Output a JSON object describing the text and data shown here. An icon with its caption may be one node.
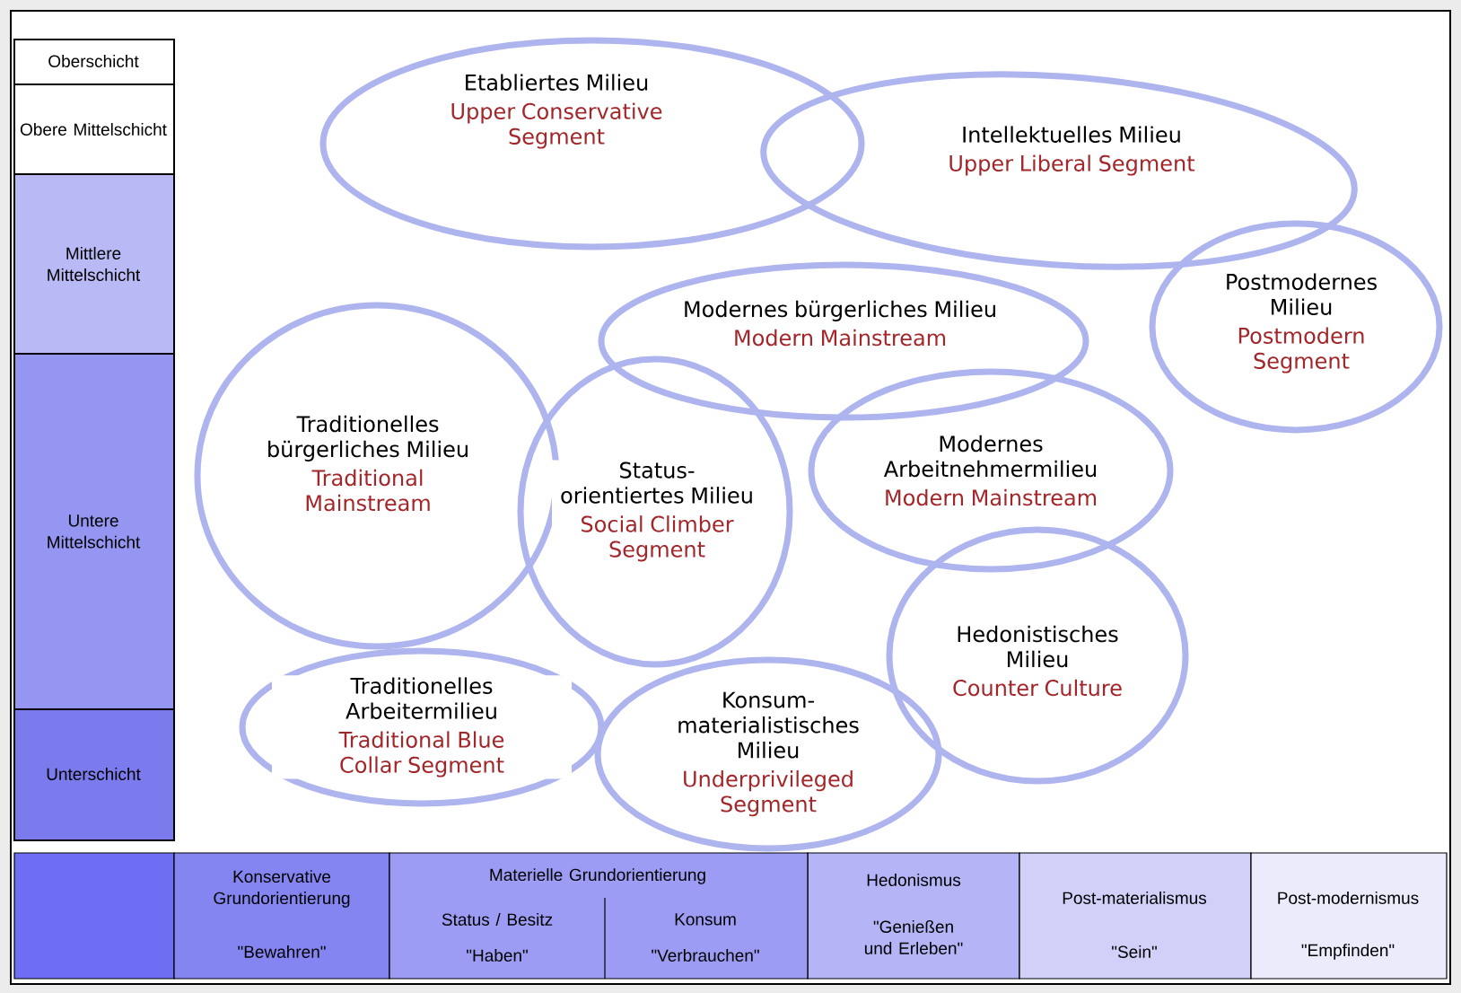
{
  "diagram": {
    "nodes": [
      {
        "text": [
          "Etabliertes Milieu",
          "Upper Conservative Segment"
        ]
      },
      {
        "text": [
          "Intellektuelles Milieu",
          "Upper Liberal Segment"
        ]
      },
      {
        "text": [
          "Postmodernes Milieu",
          "Postmodern Segment"
        ]
      },
      {
        "text": [
          "Modernes bürgerliches Milieu",
          "Modern Mainstream"
        ]
      },
      {
        "text": [
          "Traditionelles bürgerliches Milieu",
          "Traditional Mainstream"
        ]
      },
      {
        "text": [
          "Status-orientiertes Milieu",
          "Social Climber Segment"
        ]
      },
      {
        "text": [
          "Modernes Arbeitnehmermilieu",
          "Modern Mainstream"
        ]
      },
      {
        "text": [
          "Traditionelles Arbeitermilieu",
          "Traditional Blue Collar Segment"
        ]
      },
      {
        "text": [
          "Konsum-materialistisches Milieu",
          "Underprivileged Segment"
        ]
      },
      {
        "text": [
          "Hedonistisches Milieu",
          "Counter Culture"
        ]
      }
    ],
    "labels": [
      "Oberschicht",
      "Obere Mittelschicht",
      "Mittlere Mittelschicht",
      "Untere Mittelschicht",
      "Unterschicht",
      "Konservative Grundorientierung",
      "\"Bewahren\"",
      "Materielle Grundorientierung",
      "Status / Besitz",
      "\"Haben\"",
      "Konsum",
      "\"Verbrauchen\"",
      "Hedonismus",
      "\"Genießen und Erleben\"",
      "Post-materialismus",
      "\"Sein\"",
      "Post-modernismus",
      "\"Empfinden\""
    ]
  }
}
